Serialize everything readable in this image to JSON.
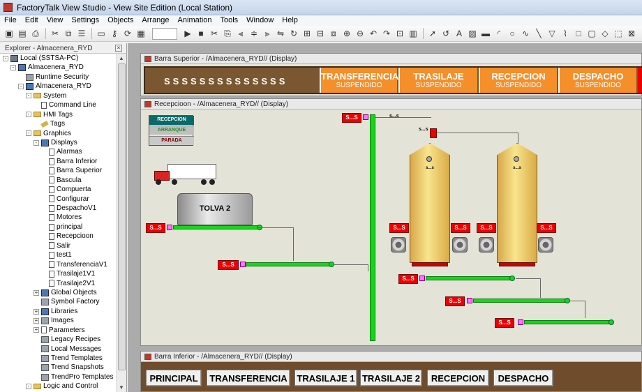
{
  "app_title": "FactoryTalk View Studio - View Site Edition (Local Station)",
  "menu": [
    "File",
    "Edit",
    "View",
    "Settings",
    "Objects",
    "Arrange",
    "Animation",
    "Tools",
    "Window",
    "Help"
  ],
  "explorer": {
    "title": "Explorer - Almacenera_RYD",
    "tree": [
      {
        "label": "Local (SSTSA-PC)",
        "depth": 0,
        "exp": "-",
        "icon": "server"
      },
      {
        "label": "Almacenera_RYD",
        "depth": 1,
        "exp": "-",
        "icon": "app"
      },
      {
        "label": "Runtime Security",
        "depth": 2,
        "exp": "",
        "icon": "grey"
      },
      {
        "label": "Almacenera_RYD",
        "depth": 2,
        "exp": "-",
        "icon": "app"
      },
      {
        "label": "System",
        "depth": 3,
        "exp": "-",
        "icon": "folder"
      },
      {
        "label": "Command Line",
        "depth": 4,
        "exp": "",
        "icon": "doc"
      },
      {
        "label": "HMI Tags",
        "depth": 3,
        "exp": "-",
        "icon": "folder"
      },
      {
        "label": "Tags",
        "depth": 4,
        "exp": "",
        "icon": "tag"
      },
      {
        "label": "Graphics",
        "depth": 3,
        "exp": "-",
        "icon": "folder"
      },
      {
        "label": "Displays",
        "depth": 4,
        "exp": "-",
        "icon": "app"
      },
      {
        "label": "Alarmas",
        "depth": 5,
        "exp": "",
        "icon": "doc"
      },
      {
        "label": "Barra Inferior",
        "depth": 5,
        "exp": "",
        "icon": "doc"
      },
      {
        "label": "Barra Superior",
        "depth": 5,
        "exp": "",
        "icon": "doc"
      },
      {
        "label": "Bascula",
        "depth": 5,
        "exp": "",
        "icon": "doc"
      },
      {
        "label": "Compuerta",
        "depth": 5,
        "exp": "",
        "icon": "doc"
      },
      {
        "label": "Configurar",
        "depth": 5,
        "exp": "",
        "icon": "doc"
      },
      {
        "label": "DespachoV1",
        "depth": 5,
        "exp": "",
        "icon": "doc"
      },
      {
        "label": "Motores",
        "depth": 5,
        "exp": "",
        "icon": "doc"
      },
      {
        "label": "principal",
        "depth": 5,
        "exp": "",
        "icon": "doc"
      },
      {
        "label": "Recepcioon",
        "depth": 5,
        "exp": "",
        "icon": "doc"
      },
      {
        "label": "Salir",
        "depth": 5,
        "exp": "",
        "icon": "doc"
      },
      {
        "label": "test1",
        "depth": 5,
        "exp": "",
        "icon": "doc"
      },
      {
        "label": "TransferenciaV1",
        "depth": 5,
        "exp": "",
        "icon": "doc"
      },
      {
        "label": "Trasilaje1V1",
        "depth": 5,
        "exp": "",
        "icon": "doc"
      },
      {
        "label": "Trasilaje2V1",
        "depth": 5,
        "exp": "",
        "icon": "doc"
      },
      {
        "label": "Global Objects",
        "depth": 4,
        "exp": "+",
        "icon": "app"
      },
      {
        "label": "Symbol Factory",
        "depth": 4,
        "exp": "",
        "icon": "grey"
      },
      {
        "label": "Libraries",
        "depth": 4,
        "exp": "+",
        "icon": "app"
      },
      {
        "label": "Images",
        "depth": 4,
        "exp": "+",
        "icon": "grey"
      },
      {
        "label": "Parameters",
        "depth": 4,
        "exp": "+",
        "icon": "doc"
      },
      {
        "label": "Legacy Recipes",
        "depth": 4,
        "exp": "",
        "icon": "grey"
      },
      {
        "label": "Local Messages",
        "depth": 4,
        "exp": "",
        "icon": "grey"
      },
      {
        "label": "Trend Templates",
        "depth": 4,
        "exp": "",
        "icon": "grey"
      },
      {
        "label": "Trend Snapshots",
        "depth": 4,
        "exp": "",
        "icon": "grey"
      },
      {
        "label": "TrendPro Templates",
        "depth": 4,
        "exp": "",
        "icon": "grey"
      },
      {
        "label": "Logic and Control",
        "depth": 3,
        "exp": "-",
        "icon": "folder"
      }
    ]
  },
  "barra_superior": {
    "title": "Barra Superior - /Almacenera_RYD// (Display)",
    "status": "SSSSSSSSSSSSSS",
    "blocks": [
      {
        "title": "TRANSFERENCIA",
        "status": "SUSPENDIDO"
      },
      {
        "title": "TRASILAJE",
        "status": "SUSPENDIDO"
      },
      {
        "title": "RECEPCION",
        "status": "SUSPENDIDO"
      },
      {
        "title": "DESPACHO",
        "status": "SUSPENDIDO"
      }
    ]
  },
  "recepcion": {
    "title": "Recepcioon - /Almacenera_RYD// (Display)",
    "legend": {
      "title": "RECEPCION",
      "arranque": "ARRANQUE",
      "parada": "PARADA"
    },
    "tolva": "TOLVA 2",
    "ss": "S...S",
    "ss_small": "s...s",
    "colors": {
      "conveyor": "#17d51a",
      "alarm": "#e00000",
      "silo": "#f8e58c",
      "orange": "#f48f2a"
    }
  },
  "barra_inferior": {
    "title": "Barra Inferior - /Almacenera_RYD// (Display)",
    "buttons": [
      "PRINCIPAL",
      "TRANSFERENCIA",
      "TRASILAJE 1",
      "TRASILAJE 2",
      "RECEPCION",
      "DESPACHO"
    ]
  }
}
